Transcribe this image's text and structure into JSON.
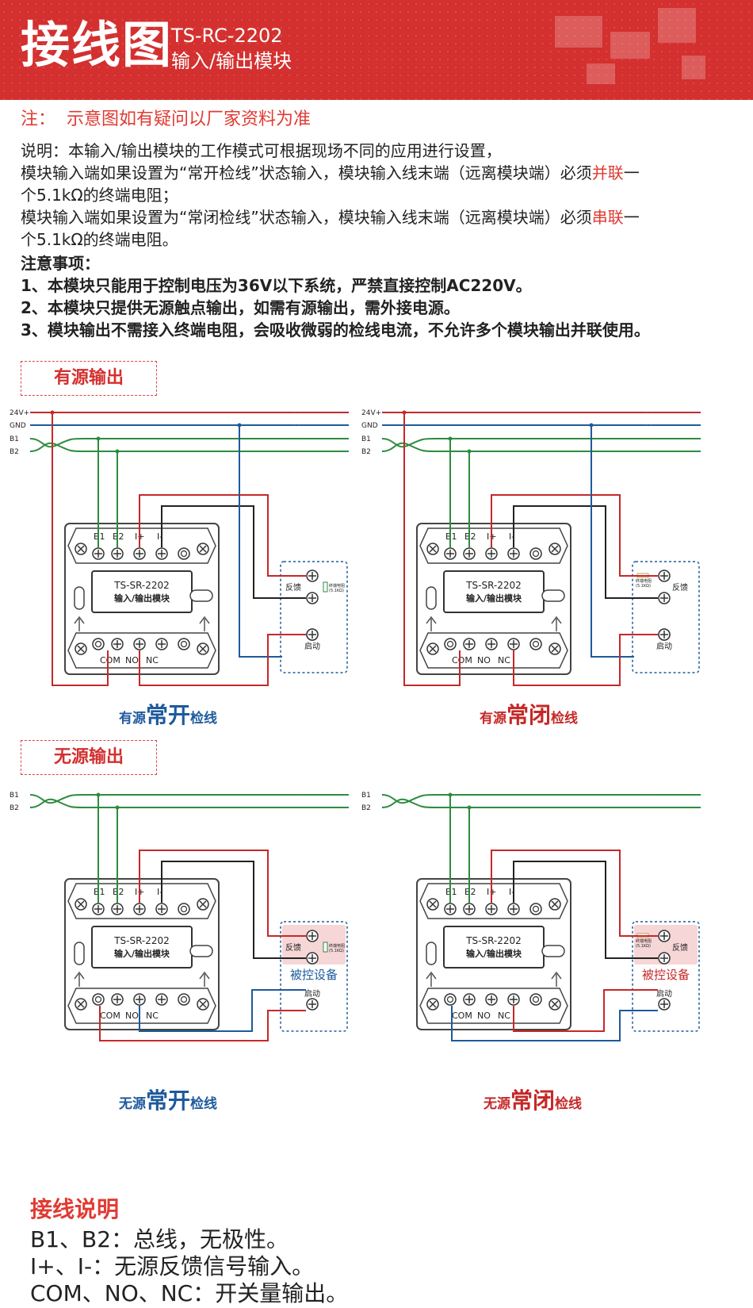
{
  "header": {
    "title": "接线图",
    "model": "TS-RC-2202",
    "subtitle": "输入/输出模块"
  },
  "note": "注：  示意图如有疑问以厂家资料为准",
  "description": {
    "line1": "说明：本输入/输出模块的工作模式可根据现场不同的应用进行设置，",
    "line2a": "模块输入端如果设置为“常开检线”状态输入，模块输入线末端（远离模块端）必须",
    "line2b": "并联",
    "line2c": "一",
    "line3": "个5.1kΩ的终端电阻；",
    "line4a": "模块输入端如果设置为“常闭检线”状态输入，模块输入线末端（远离模块端）必须",
    "line4b": "串联",
    "line4c": "一",
    "line5": "个5.1kΩ的终端电阻。",
    "notes_title": "注意事项：",
    "notes": [
      "1、本模块只能用于控制电压为36V以下系统，严禁直接控制AC220V。",
      "2、本模块只提供无源触点输出，如需有源输出，需外接电源。",
      "3、模块输出不需接入终端电阻，会吸收微弱的检线电流，不允许多个模块输出并联使用。"
    ]
  },
  "sections": {
    "powered": "有源输出",
    "passive": "无源输出"
  },
  "bus_labels": {
    "v24": "24V+",
    "gnd": "GND",
    "b1": "B1",
    "b2": "B2"
  },
  "module": {
    "name": "TS-SR-2202",
    "desc": "输入/输出模块",
    "top_terminals": [
      "B1",
      "B2",
      "I+",
      "I-"
    ],
    "bottom_terminals": [
      "COM",
      "NO",
      "NC"
    ]
  },
  "device_labels": {
    "feedback": "反馈",
    "start": "启动",
    "resistor": "终端电阻",
    "resistor_value": "(5.1KΩ)",
    "controlled": "被控设备"
  },
  "captions": {
    "pno_pre": "有源",
    "pno_big": "常开",
    "pno_post": "检线",
    "pnc_pre": "有源",
    "pnc_big": "常闭",
    "pnc_post": "检线",
    "uno_pre": "无源",
    "uno_big": "常开",
    "uno_post": "检线",
    "unc_pre": "无源",
    "unc_big": "常闭",
    "unc_post": "检线"
  },
  "wiring": {
    "title": "接线说明",
    "lines": [
      "B1、B2：总线，无极性。",
      "I+、I-：无源反馈信号输入。",
      "COM、NO、NC：开关量输出。"
    ]
  },
  "colors": {
    "red_wire": "#c62828",
    "blue_wire": "#1e5a9c",
    "green_wire": "#2e8b3e",
    "black_wire": "#222222",
    "accent": "#e03a32"
  }
}
